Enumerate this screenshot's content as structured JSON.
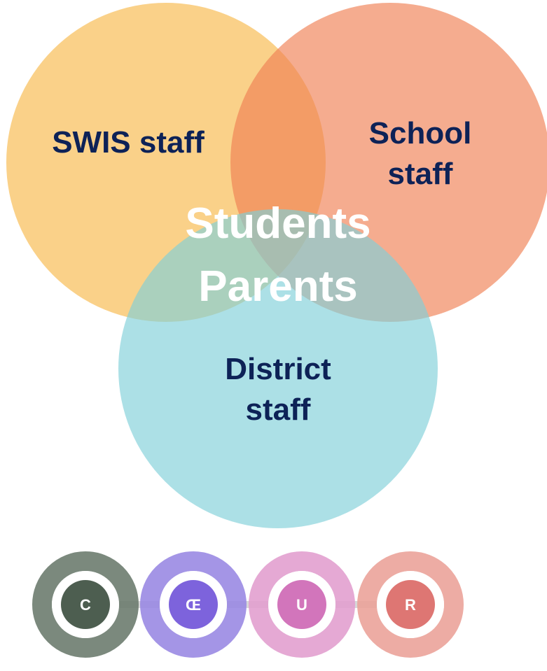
{
  "colors": {
    "background": "#ffffff",
    "label_text": "#0d2257",
    "center_text": "#ffffff"
  },
  "venn": {
    "circles": [
      {
        "id": "swis",
        "label_lines": [
          "SWIS staff"
        ],
        "fill": "#f7b94a",
        "opacity": 0.65
      },
      {
        "id": "school",
        "label_lines": [
          "School",
          "staff"
        ],
        "fill": "#ef8053",
        "opacity": 0.65
      },
      {
        "id": "district",
        "label_lines": [
          "District",
          "staff"
        ],
        "fill": "#7fd0d8",
        "opacity": 0.65
      }
    ],
    "center_lines": [
      "Students",
      "Parents"
    ]
  },
  "logo": {
    "rings": [
      {
        "letter": "C",
        "ring_color": "#6d7c6f",
        "core_color": "#4d5e50"
      },
      {
        "letter": "Œ",
        "ring_color": "#9a8ae3",
        "core_color": "#7d63dc"
      },
      {
        "letter": "U",
        "ring_color": "#e2a0cf",
        "core_color": "#d275bb"
      },
      {
        "letter": "R",
        "ring_color": "#eba39a",
        "core_color": "#de7673"
      }
    ]
  }
}
